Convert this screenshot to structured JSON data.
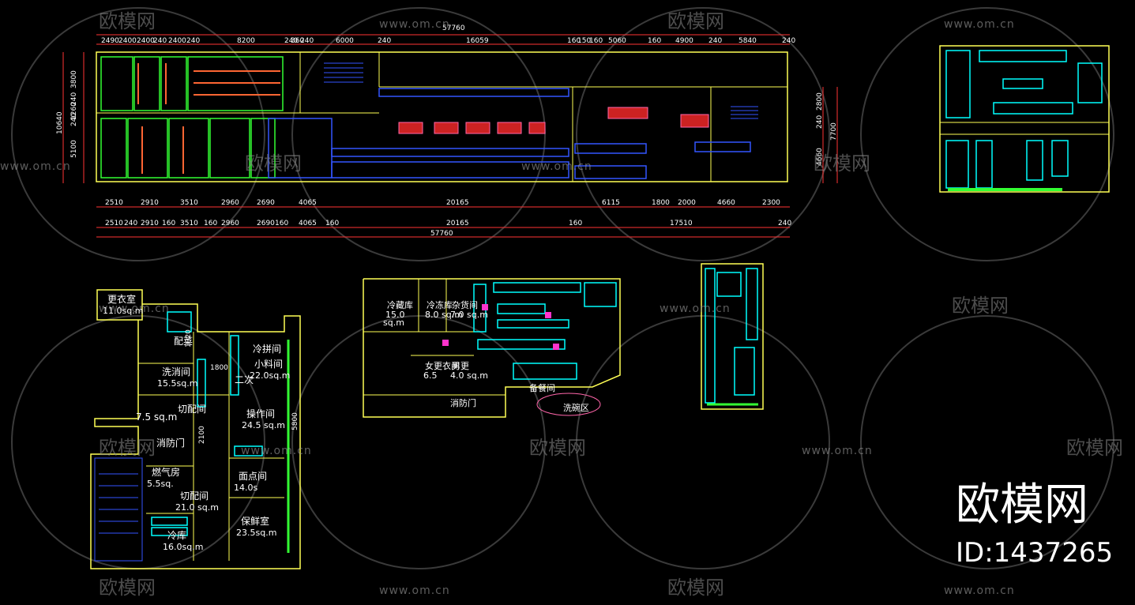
{
  "watermark": {
    "brand": "欧模网",
    "url": "www.om.cn",
    "id": "ID:1437265"
  },
  "top_plan": {
    "dims_top": [
      "2490",
      "2400",
      "2400",
      "240",
      "2400",
      "240",
      "8200",
      "240",
      "360",
      "240",
      "6000",
      "240",
      "16059",
      "160",
      "150",
      "160",
      "5060",
      "160",
      "4900",
      "240",
      "5840",
      "240"
    ],
    "overall_top": "57760",
    "dims_bottom1": [
      "2510",
      "2910",
      "3510",
      "2960",
      "2690",
      "4065",
      "20165",
      "6115",
      "1800",
      "2000",
      "4660",
      "2300"
    ],
    "dims_bottom2": [
      "2510",
      "240",
      "2910",
      "160",
      "3510",
      "160",
      "2960",
      "2690",
      "160",
      "4065",
      "160",
      "20165",
      "160",
      "17510",
      "240"
    ],
    "overall_bottom": "57760",
    "dims_left": [
      "10640",
      "3800",
      "240",
      "1260",
      "240",
      "5100"
    ],
    "dims_right": [
      "2800",
      "240",
      "4660",
      "7700"
    ]
  },
  "left_plan": {
    "rooms": [
      {
        "name": "更衣室",
        "area": "11.0sq.m"
      },
      {
        "name": "配菜",
        "area": ""
      },
      {
        "name": "洗消间",
        "area": "15.5sq.m"
      },
      {
        "name": "冷拼间",
        "area": ""
      },
      {
        "name": "小料间",
        "area": "22.0sq.m"
      },
      {
        "name": "二次",
        "area": ""
      },
      {
        "name": "7.5 sq.m",
        "area": ""
      },
      {
        "name": "切配间",
        "area": ""
      },
      {
        "name": "操作间",
        "area": "24.5 sq.m"
      },
      {
        "name": "消防门",
        "area": ""
      },
      {
        "name": "面点间",
        "area": "14.0s"
      },
      {
        "name": "燃气房",
        "area": "5.5sq."
      },
      {
        "name": "切配间",
        "area": "21.0 sq.m"
      },
      {
        "name": "保鲜室",
        "area": "23.5sq.m"
      },
      {
        "name": "冷库",
        "area": "16.0sq.m"
      }
    ],
    "dims": [
      "1920",
      "1800",
      "2100",
      "5800"
    ]
  },
  "mid_plan": {
    "rooms": [
      {
        "name": "冷藏库",
        "area": "15.0"
      },
      {
        "name": "sq.m",
        "area": ""
      },
      {
        "name": "冷冻库",
        "area": "8.0 sq.m"
      },
      {
        "name": "杂货间",
        "area": "7.0 sq.m"
      },
      {
        "name": "女更衣间",
        "area": "6.5"
      },
      {
        "name": "男更",
        "area": "4.0 sq.m"
      },
      {
        "name": "消防门",
        "area": ""
      },
      {
        "name": "备餐间",
        "area": ""
      },
      {
        "name": "洗碗区",
        "area": ""
      }
    ]
  }
}
